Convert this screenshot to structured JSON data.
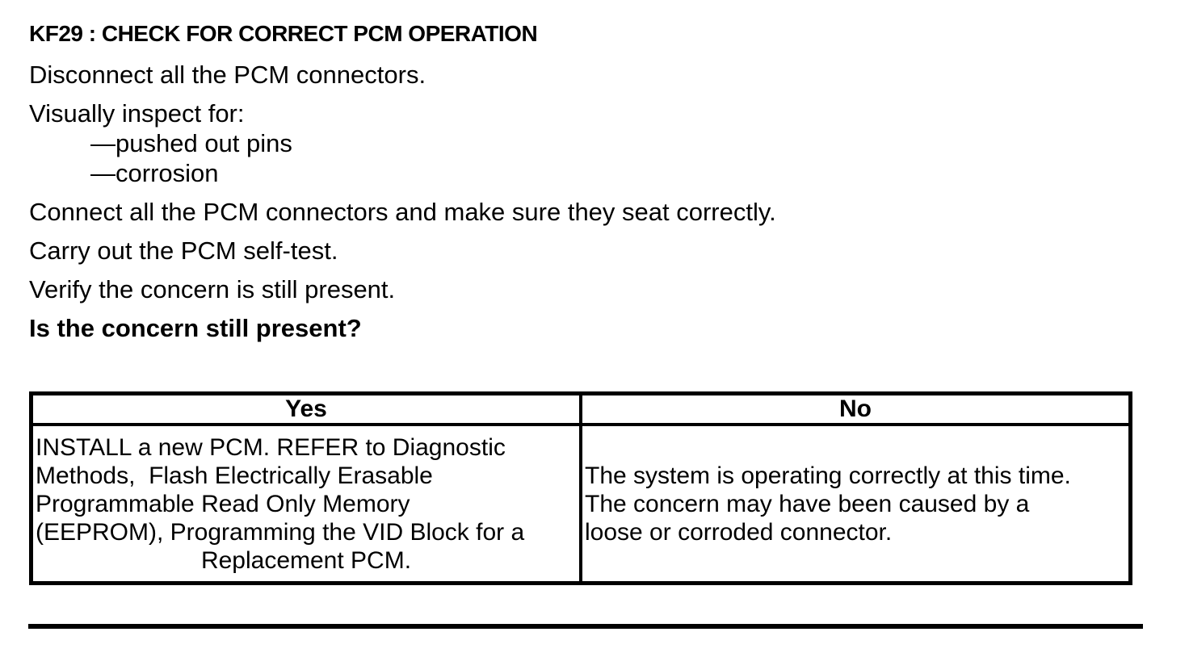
{
  "document": {
    "heading": "KF29 : CHECK FOR CORRECT PCM OPERATION",
    "paragraphs": [
      "Disconnect all the PCM connectors.",
      "Visually inspect for:",
      "—pushed out pins",
      "—corrosion",
      "Connect all the PCM connectors and make sure they seat correctly.",
      "Carry out the PCM self-test.",
      "Verify the concern is still present.",
      "Is the concern still present?"
    ],
    "decision_table": {
      "yes_header": "Yes",
      "no_header": "No",
      "yes_lines": [
        "INSTALL a new PCM. REFER to Diagnostic",
        "Methods,  Flash Electrically Erasable",
        "Programmable Read Only Memory",
        "(EEPROM), Programming the VID Block for a",
        "Replacement PCM."
      ],
      "no_lines": [
        "The system is operating correctly at this time.",
        "The concern may have been caused by a",
        "loose or corroded connector."
      ]
    }
  }
}
